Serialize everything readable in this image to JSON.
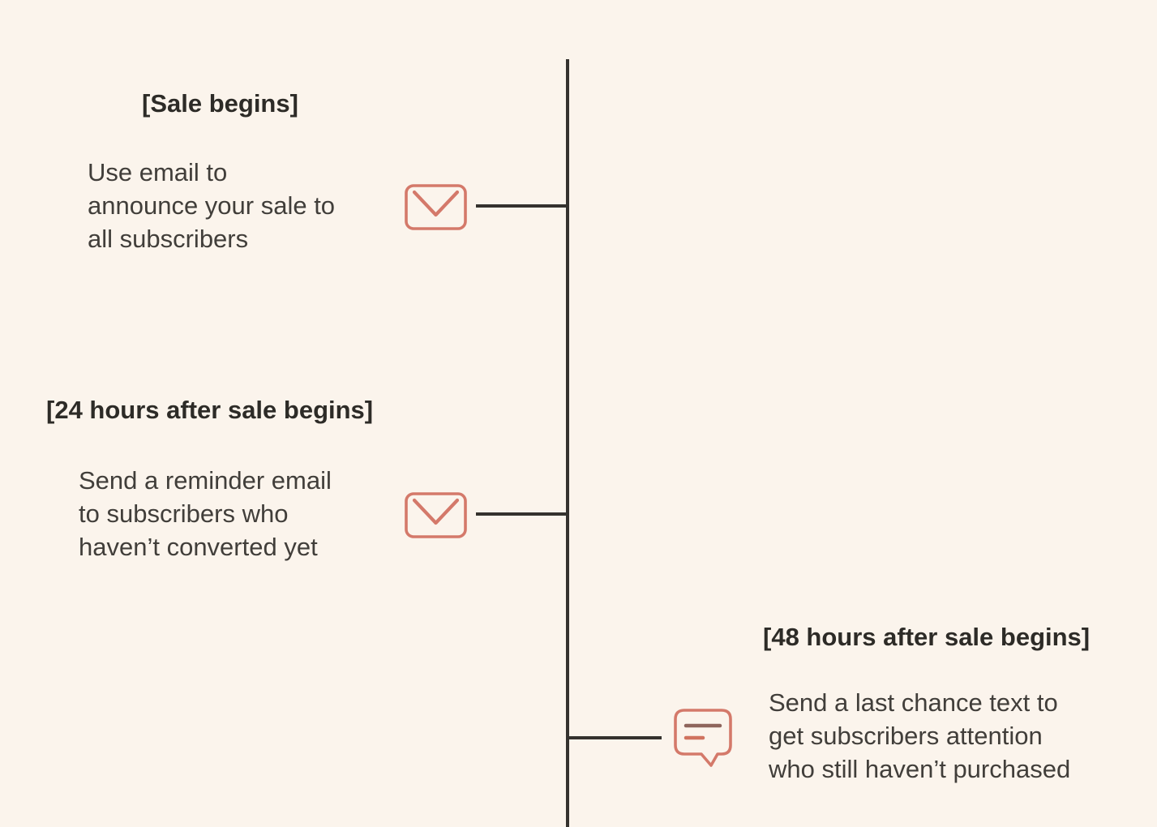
{
  "diagram": {
    "title_implicit": "Sale announcement message timeline",
    "background_color": "#FBF4EC",
    "accent_color": "#D4796A",
    "axis_color": "#35322E",
    "heading_color": "#2D2B27",
    "body_color": "#413E3A",
    "bubble_inner_line_colors": [
      "#8E655C",
      "#D0735F"
    ],
    "events": [
      {
        "heading": "[Sale begins]",
        "description": "Use email to\nannounce your sale to\nall subscribers",
        "icon": "email-envelope-icon",
        "side": "left"
      },
      {
        "heading": "[24 hours after sale begins]",
        "description": "Send a reminder email\nto subscribers who\nhaven’t converted yet",
        "icon": "email-envelope-icon",
        "side": "left"
      },
      {
        "heading": "[48 hours after sale begins]",
        "description": "Send a last chance text to\nget subscribers attention\nwho still haven’t purchased",
        "icon": "sms-chat-bubble-icon",
        "side": "right"
      }
    ]
  }
}
